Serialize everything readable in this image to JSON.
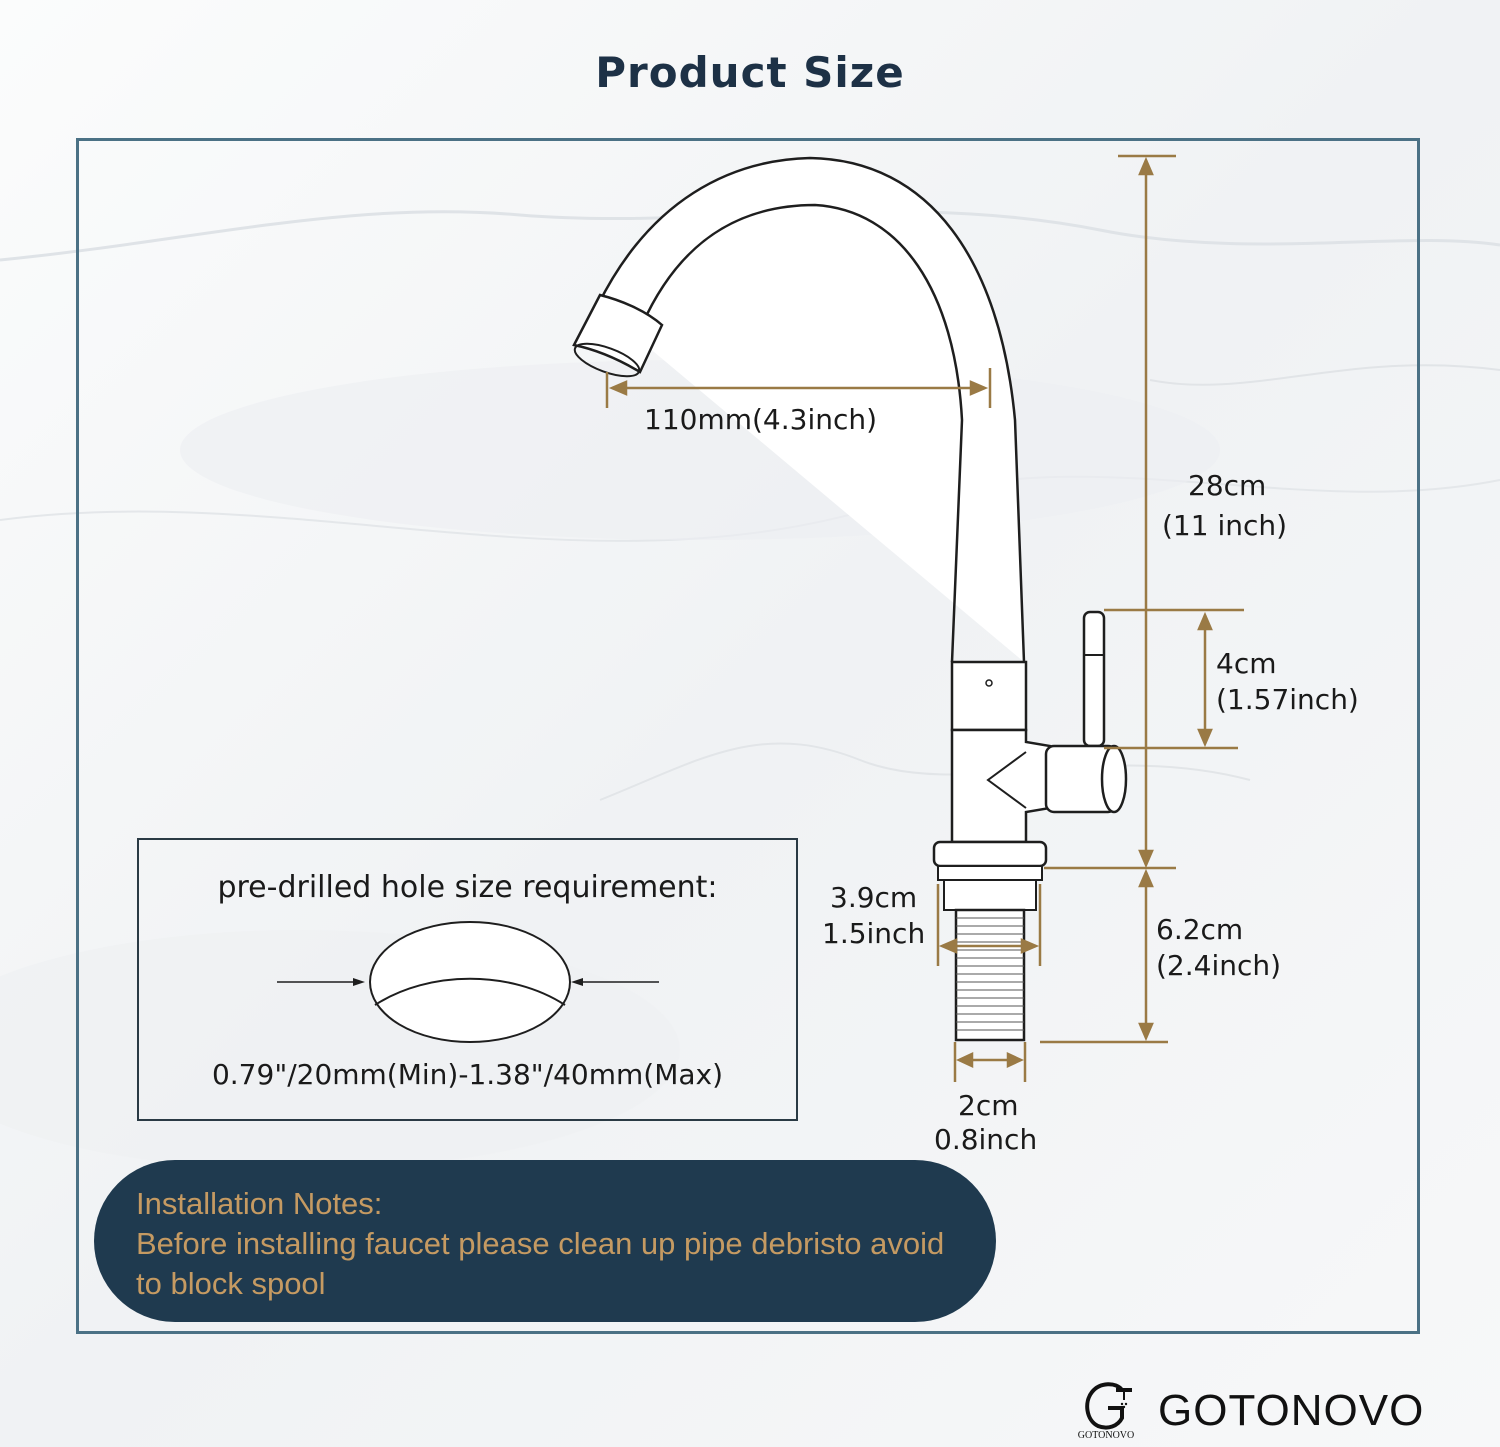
{
  "title": "Product Size",
  "dimensions": {
    "spout_reach": "110mm(4.3inch)",
    "height_cm": "28cm",
    "height_in": "(11 inch)",
    "handle_cm": "4cm",
    "handle_in": "(1.57inch)",
    "base_cm": "3.9cm",
    "base_in": "1.5inch",
    "shank_len_cm": "6.2cm",
    "shank_len_in": "(2.4inch)",
    "shank_dia_cm": "2cm",
    "shank_dia_in": "0.8inch"
  },
  "hole": {
    "title": "pre-drilled hole size requirement:",
    "range": "0.79\"/20mm(Min)-1.38\"/40mm(Max)"
  },
  "notes": {
    "heading": "Installation Notes:",
    "line1": "Before installing faucet please clean up pipe debristo avoid",
    "line2": "to block spool"
  },
  "brand": {
    "name": "GOTONOVO",
    "small": "GOTONOVO"
  },
  "colors": {
    "title": "#1d3146",
    "frame": "#4b7185",
    "dimension_line": "#9a7a45",
    "notes_bg": "#1f3a4f",
    "notes_text": "#c59a62"
  }
}
